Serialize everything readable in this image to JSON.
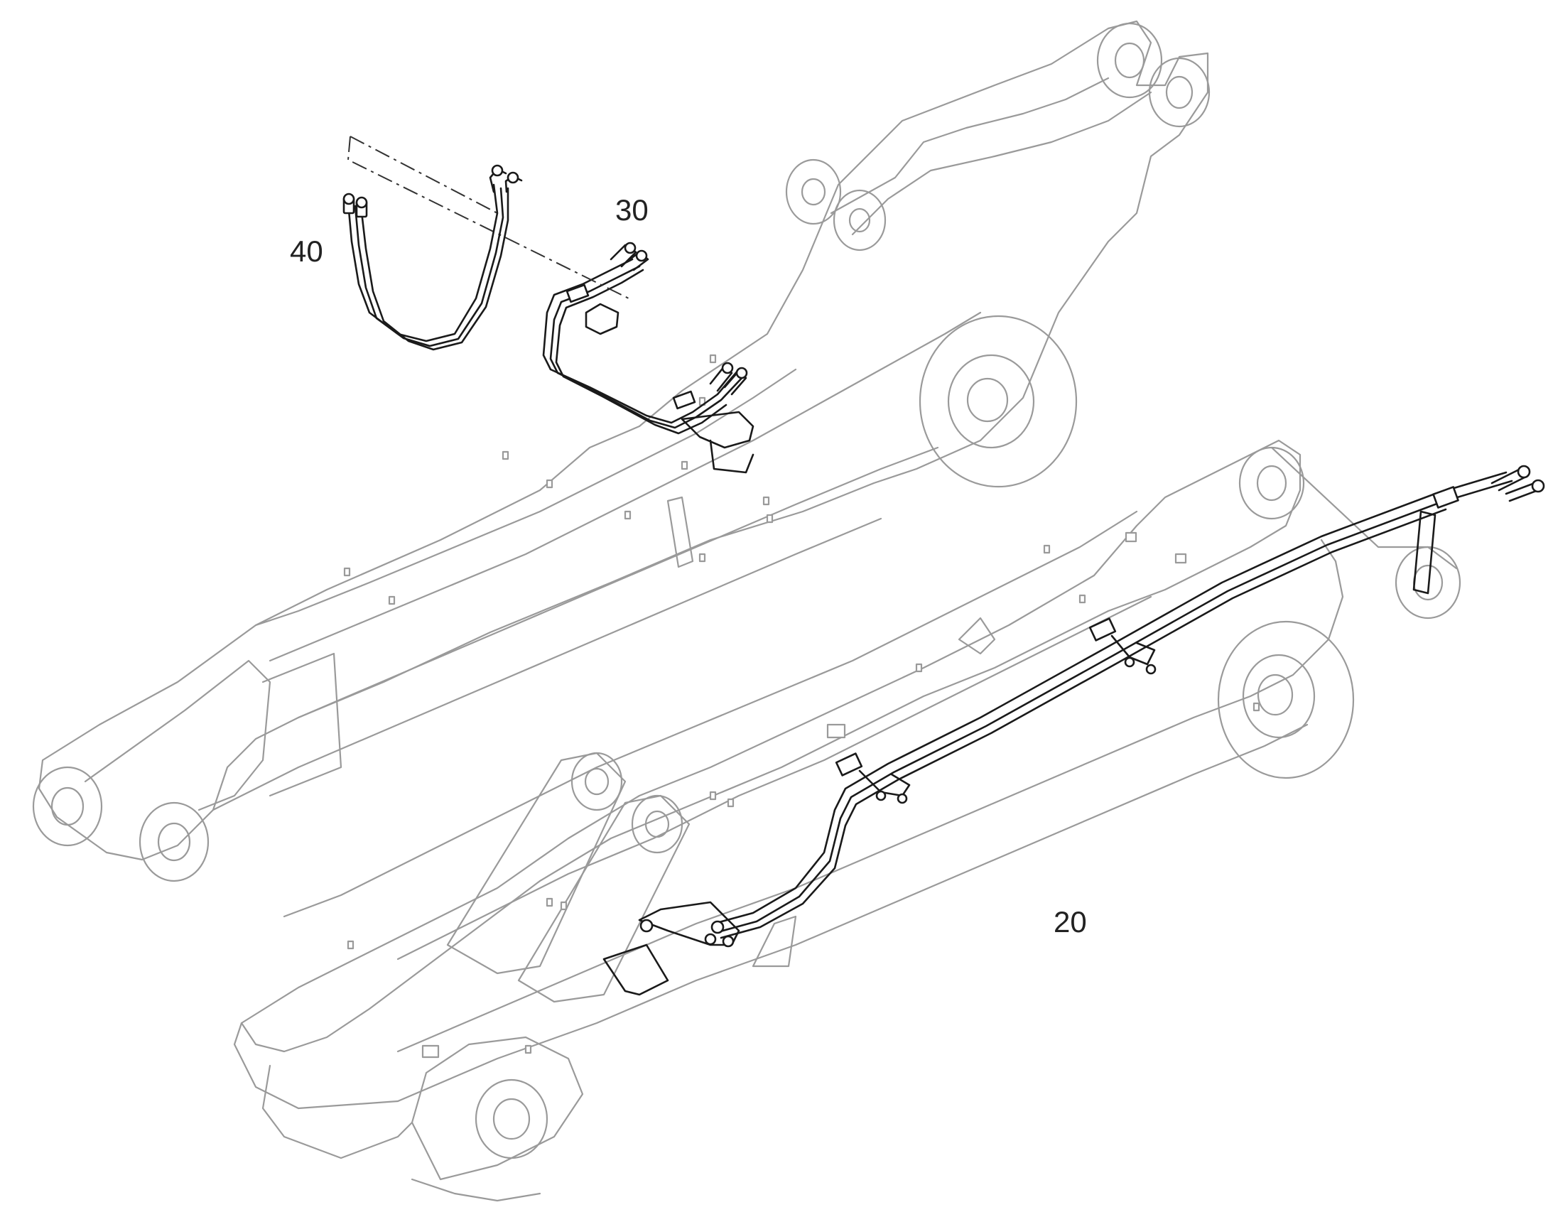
{
  "callouts": {
    "item_20": "20",
    "item_30": "30",
    "item_40": "40"
  },
  "colors": {
    "outline": "#9a9a9a",
    "highlight": "#1a1a1a",
    "background": "#ffffff"
  }
}
